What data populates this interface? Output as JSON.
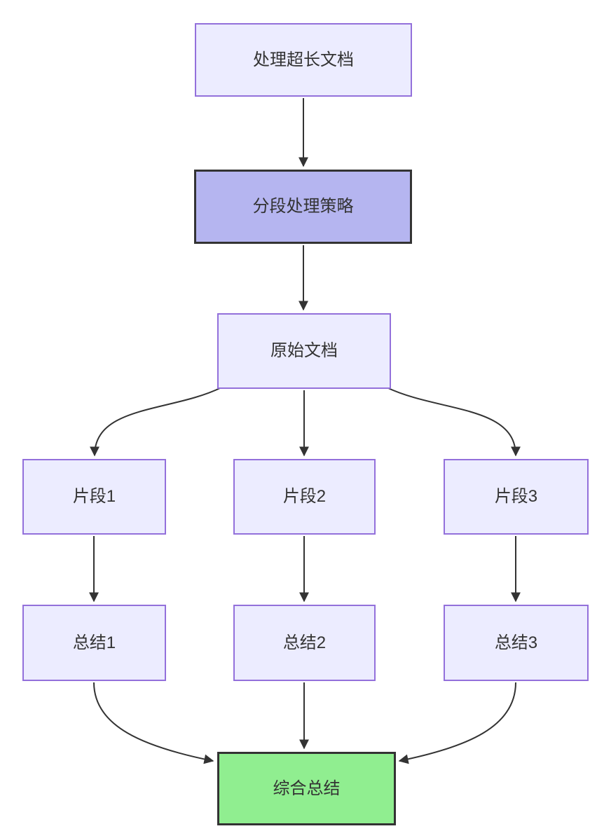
{
  "diagram": {
    "type": "flowchart",
    "direction": "top-down",
    "background_color": "#ffffff",
    "edge_color": "#333333",
    "text_color": "#333333",
    "styles": {
      "default": {
        "fill": "#ECECFF",
        "border": "#9370DB"
      },
      "emphasis": {
        "fill": "#B5B5F0",
        "border": "#333333"
      },
      "success": {
        "fill": "#90EE90",
        "border": "#333333"
      }
    },
    "nodes": [
      {
        "id": "A",
        "label": "处理超长文档",
        "style": "default"
      },
      {
        "id": "B",
        "label": "分段处理策略",
        "style": "emphasis"
      },
      {
        "id": "C",
        "label": "原始文档",
        "style": "default"
      },
      {
        "id": "D1",
        "label": "片段1",
        "style": "default"
      },
      {
        "id": "D2",
        "label": "片段2",
        "style": "default"
      },
      {
        "id": "D3",
        "label": "片段3",
        "style": "default"
      },
      {
        "id": "E1",
        "label": "总结1",
        "style": "default"
      },
      {
        "id": "E2",
        "label": "总结2",
        "style": "default"
      },
      {
        "id": "E3",
        "label": "总结3",
        "style": "default"
      },
      {
        "id": "F",
        "label": "综合总结",
        "style": "success"
      }
    ],
    "edges": [
      {
        "from": "处理超长文档",
        "to": "分段处理策略"
      },
      {
        "from": "分段处理策略",
        "to": "原始文档"
      },
      {
        "from": "原始文档",
        "to": "片段1"
      },
      {
        "from": "原始文档",
        "to": "片段2"
      },
      {
        "from": "原始文档",
        "to": "片段3"
      },
      {
        "from": "片段1",
        "to": "总结1"
      },
      {
        "from": "片段2",
        "to": "总结2"
      },
      {
        "from": "片段3",
        "to": "总结3"
      },
      {
        "from": "总结1",
        "to": "综合总结"
      },
      {
        "from": "总结2",
        "to": "综合总结"
      },
      {
        "from": "总结3",
        "to": "综合总结"
      }
    ]
  }
}
